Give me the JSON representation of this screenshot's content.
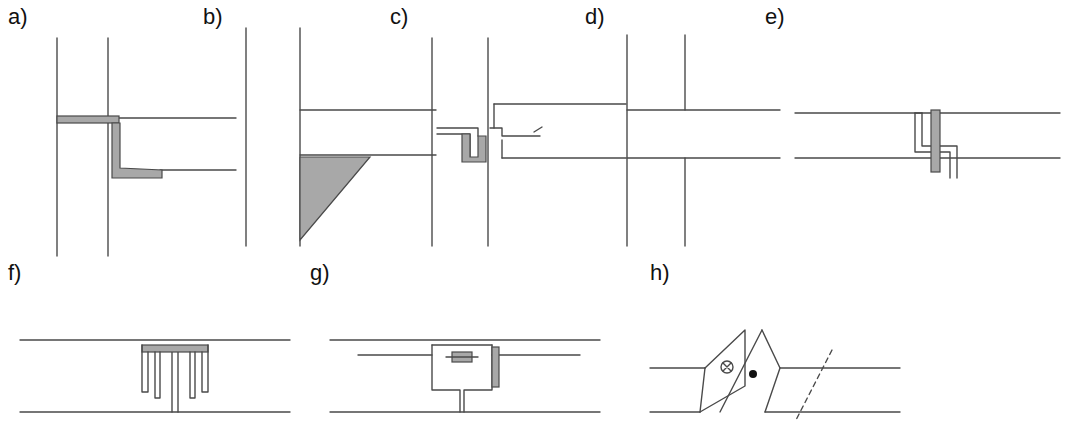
{
  "diagram": {
    "labels": [
      "a)",
      "b)",
      "c)",
      "d)",
      "e)",
      "f)",
      "g)",
      "h)"
    ]
  }
}
